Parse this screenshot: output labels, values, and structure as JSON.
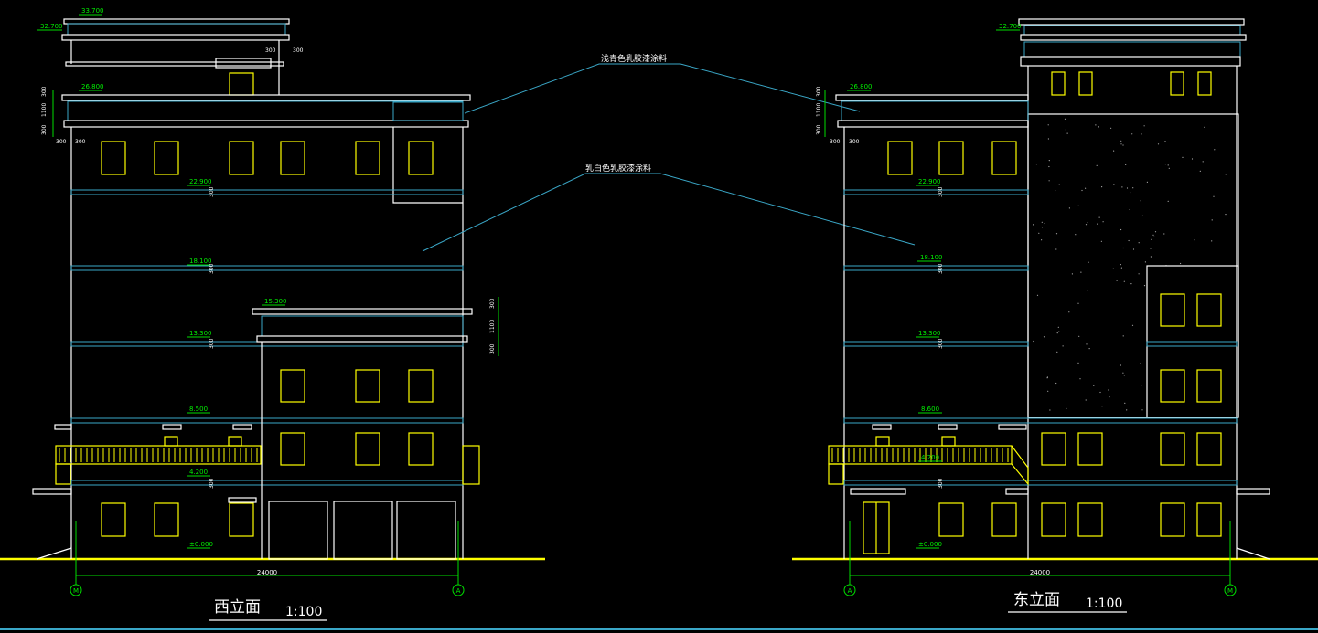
{
  "colors": {
    "background": "#000000",
    "outline": "#ffffff",
    "dimension": "#00ee00",
    "cornice": "#3aa7c7",
    "window": "#ffff00",
    "ground": "#ffff00",
    "leader": "#2d8fb0"
  },
  "callouts": {
    "upper": "浅青色乳胶漆涂料",
    "lower": "乳白色乳胶漆涂料"
  },
  "west": {
    "title": "西立面",
    "scale": "1:100",
    "total_dim": "24000",
    "axis_left": "M",
    "axis_right": "A",
    "elevations": {
      "e1": "33.700",
      "e2": "32.700",
      "e3": "26.800",
      "e4": "22.900",
      "e5": "18.100",
      "e6": "13.300",
      "e7": "15.300",
      "e8": "8.500",
      "e9": "4.200",
      "e10": "±0.000"
    },
    "dims": {
      "d300": "300",
      "d1100": "1100"
    }
  },
  "east": {
    "title": "东立面",
    "scale": "1:100",
    "total_dim": "24000",
    "axis_left": "A",
    "axis_right": "M",
    "elevations": {
      "e1": "32.700",
      "e2": "26.800",
      "e3": "22.900",
      "e4": "18.100",
      "e5": "13.300",
      "e6": "8.600",
      "e7": "4.200",
      "e8": "±0.000"
    },
    "dims": {
      "d300": "300",
      "d1100": "1100"
    }
  }
}
